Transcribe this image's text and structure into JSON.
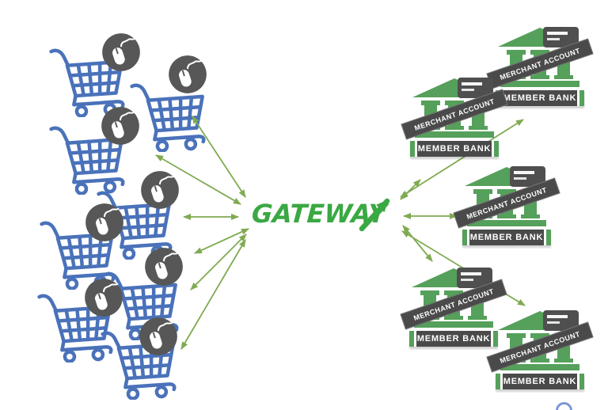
{
  "gateway": {
    "label": "GATEWAY"
  },
  "shoppers": {
    "cart_count": 8,
    "mouse_count": 8
  },
  "banks": [
    {
      "banner": "MERCHANT ACCOUNT",
      "label": "MEMBER BANK"
    },
    {
      "banner": "MERCHANT ACCOUNT",
      "label": "MEMBER BANK"
    },
    {
      "banner": "MERCHANT ACCOUNT",
      "label": "MEMBER BANK"
    },
    {
      "banner": "MERCHANT ACCOUNT",
      "label": "MEMBER BANK"
    },
    {
      "banner": "MERCHANT ACCOUNT",
      "label": "MEMBER BANK"
    }
  ],
  "icons": {
    "cart": "shopping-cart-icon",
    "mouse": "computer-mouse-icon",
    "bank": "bank-building-icon",
    "card": "credit-card-icon",
    "arrows": "double-headed-arrow-icon",
    "growth": "growth-arrow-icon"
  },
  "colors": {
    "cart_blue": "#4a72ba",
    "mouse_gray": "#575757",
    "bank_green": "#55a05a",
    "logo_green": "#3aa843",
    "arrow_green": "#7faa52",
    "sign_gray": "#4a4a4a",
    "card_gray": "#4f4f4f",
    "background": "#ffffff",
    "partial_circle_blue": "#7b98d8"
  }
}
